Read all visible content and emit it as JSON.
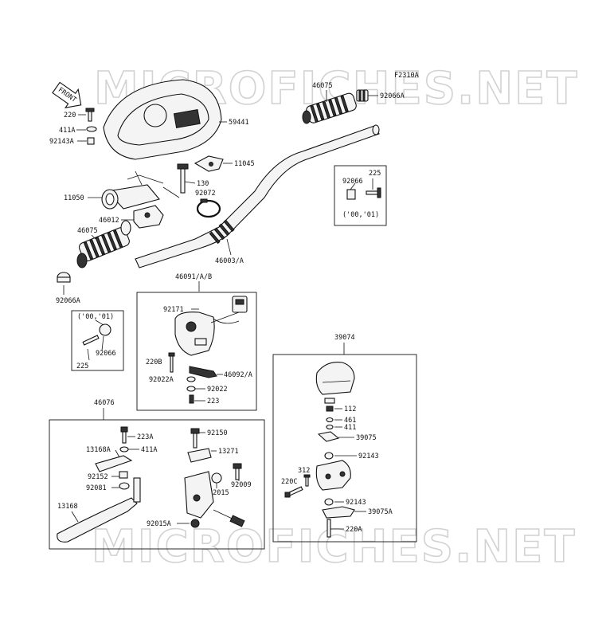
{
  "diagram_code": "F2310A",
  "watermark": "MICROFICHES.NET",
  "front_label": "FRONT",
  "labels": {
    "p220": "220",
    "p411A": "411A",
    "p92143A": "92143A",
    "p59441": "59441",
    "p46075_top": "46075",
    "p92066A_top": "92066A",
    "p11045": "11045",
    "p130": "130",
    "p92072": "92072",
    "p11050": "11050",
    "p46012": "46012",
    "p46075_left": "46075",
    "p46003A": "46003/A",
    "p92066A_left": "92066A",
    "p92066_r": "92066",
    "p225_r": "225",
    "years_r": "('00,'01)",
    "years_l": "('00,'01)",
    "p92066_l": "92066",
    "p225_l": "225",
    "p46091AB": "46091/A/B",
    "p92171": "92171",
    "p220B": "220B",
    "p46092A": "46092/A",
    "p92022A": "92022A",
    "p92022": "92022",
    "p223": "223",
    "p39074": "39074",
    "p112": "112",
    "p461": "461",
    "p411": "411",
    "p39075": "39075",
    "p92143_a": "92143",
    "p312": "312",
    "p220C": "220C",
    "p92143_b": "92143",
    "p39075A": "39075A",
    "p220A": "220A",
    "p46076": "46076",
    "p223A": "223A",
    "p92150": "92150",
    "p13168A": "13168A",
    "p411A_b": "411A",
    "p13271": "13271",
    "p92152": "92152",
    "p92081": "92081",
    "p92009": "92009",
    "p92015": "92015",
    "p13168": "13168",
    "p92015A": "92015A"
  }
}
